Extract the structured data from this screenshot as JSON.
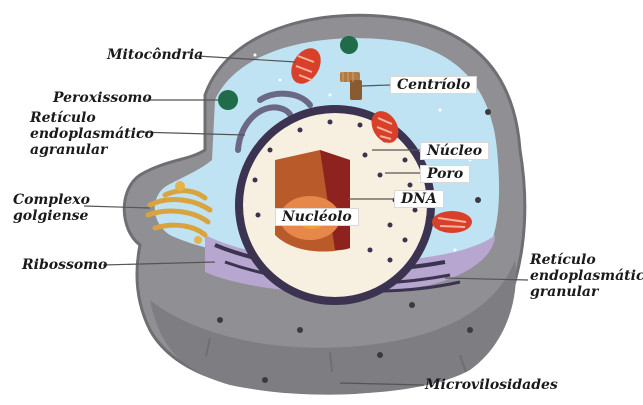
{
  "labels": {
    "mitocondria": "Mitocôndria",
    "centriolo": "Centríolo",
    "peroxissomo": "Peroxissomo",
    "reticulo_agranular_1": "Retículo",
    "reticulo_agranular_2": "endoplasmático",
    "reticulo_agranular_3": "agranular",
    "nucleo": "Núcleo",
    "poro": "Poro",
    "complexo_1": "Complexo",
    "complexo_2": "golgiense",
    "dna": "DNA",
    "nucleolo": "Nucléolo",
    "ribossomo": "Ribossomo",
    "reticulo_granular_1": "Retículo",
    "reticulo_granular_2": "endoplasmático",
    "reticulo_granular_3": "granular",
    "microvilosidades": "Microvilosidades"
  },
  "colors": {
    "membrane": "#6f6f73",
    "cytoplasm_outer": "#8c8c91",
    "cytoplasm_inner": "#bfe3f2",
    "nucleus_envelope": "#3b3350",
    "nucleoplasm": "#f7efdf",
    "nucleolus": "#c8702f",
    "nucleus_cut": "#9c2a24",
    "mitochondria": "#d9402a",
    "peroxisome": "#1f6b4a",
    "golgi": "#e3b44a",
    "rough_er": "#b7a6cf",
    "smooth_er": "#6b6885",
    "leader_line": "#555555"
  }
}
